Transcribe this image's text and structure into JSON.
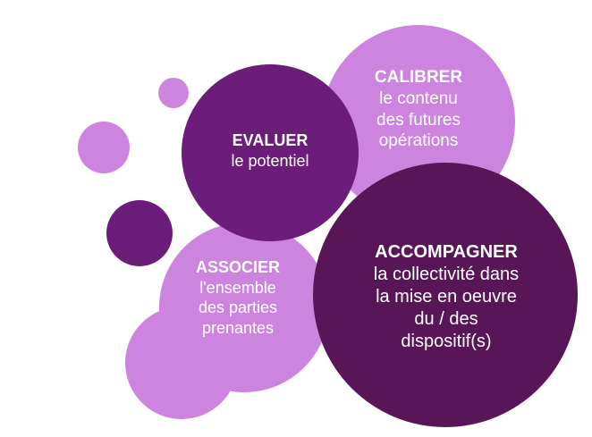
{
  "diagram": {
    "colors": {
      "light": "#cd84df",
      "mid": "#6c1d7a",
      "dark": "#581658",
      "text": "#ffffff"
    },
    "bubbles": {
      "calibrer": {
        "title": "CALIBRER",
        "lines": [
          "le contenu",
          "des futures",
          "opérations"
        ]
      },
      "evaluer": {
        "title": "EVALUER",
        "lines": [
          "le potentiel"
        ]
      },
      "associer": {
        "title": "ASSOCIER",
        "lines": [
          "l'ensemble",
          "des parties",
          "prenantes"
        ]
      },
      "accompagner": {
        "title": "ACCOMPAGNER",
        "lines": [
          "la collectivité dans",
          "la mise en oeuvre",
          "du / des",
          "dispositif(s)"
        ]
      }
    }
  }
}
